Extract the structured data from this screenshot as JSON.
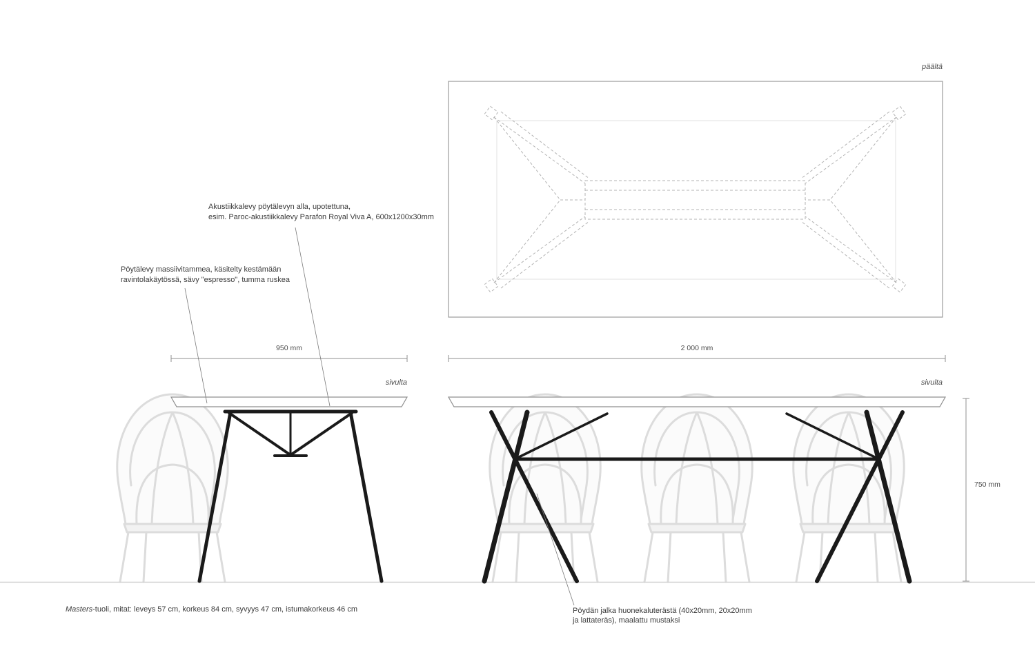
{
  "view_labels": {
    "top": "päältä",
    "side_left": "sivulta",
    "side_right": "sivulta"
  },
  "dimensions": {
    "depth": "950 mm",
    "width": "2 000 mm",
    "height": "750 mm"
  },
  "annotations": {
    "acoustic_line1": "Akustiikkalevy pöytälevyn alla, upotettuna,",
    "acoustic_line2": "esim. Paroc-akustiikkalevy Parafon Royal Viva A, 600x1200x30mm",
    "tabletop_line1": "Pöytälevy massiivitammea, käsitelty kestämään",
    "tabletop_line2": "ravintolakäytössä, sävy \"espresso\", tumma ruskea",
    "leg_line1": "Pöydän jalka huonekaluterästä (40x20mm, 20x20mm",
    "leg_line2": "ja lattateräs), maalattu mustaksi",
    "chair_name": "Masters",
    "chair_specs": "-tuoli, mitat: leveys 57 cm, korkeus 84 cm, syvyys 47 cm, istumakorkeus 46 cm"
  },
  "colors": {
    "structure_black": "#1a1a1a",
    "ghost_chair": "#dcdcdc",
    "dashed_line": "#b3b3b3",
    "dimension_line": "#8f8f8f",
    "annotation_text": "#3a3a3a"
  }
}
